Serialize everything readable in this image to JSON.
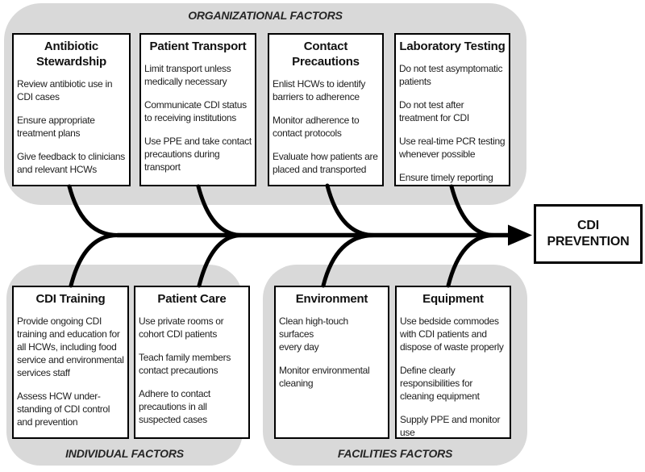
{
  "sections": {
    "organizational": {
      "label": "ORGANIZATIONAL FACTORS",
      "boxes": [
        {
          "title": "Antibiotic\nStewardship",
          "items": [
            "Review antibiotic use in\nCDI cases",
            "Ensure appropriate\ntreatment plans",
            "Give feedback to clinicians\nand relevant HCWs"
          ]
        },
        {
          "title": "Patient Transport",
          "items": [
            "Limit transport unless\nmedically necessary",
            "Communicate CDI status\nto receiving institutions",
            "Use PPE and take contact\nprecautions during\ntransport"
          ]
        },
        {
          "title": "Contact\nPrecautions",
          "items": [
            "Enlist HCWs to identify\nbarriers to adherence",
            "Monitor adherence to\ncontact protocols",
            "Evaluate how patients are\nplaced and transported"
          ]
        },
        {
          "title": "Laboratory Testing",
          "items": [
            "Do not test asymptomatic\npatients",
            "Do not test after\ntreatment for CDI",
            "Use real-time PCR testing\nwhenever possible",
            "Ensure timely reporting"
          ]
        }
      ]
    },
    "individual": {
      "label": "INDIVIDUAL FACTORS",
      "boxes": [
        {
          "title": "CDI Training",
          "items": [
            "Provide ongoing CDI\ntraining and education for\nall HCWs, including food\nservice and environmental\nservices staff",
            "Assess HCW under-\nstanding of CDI control\nand prevention"
          ]
        },
        {
          "title": "Patient Care",
          "items": [
            "Use private rooms or\ncohort CDI patients",
            "Teach family members\ncontact precautions",
            "Adhere to contact\nprecautions in all\nsuspected cases"
          ]
        }
      ]
    },
    "facilities": {
      "label": "FACILITIES FACTORS",
      "boxes": [
        {
          "title": "Environment",
          "items": [
            "Clean high-touch surfaces\nevery day",
            "Monitor environmental\ncleaning"
          ]
        },
        {
          "title": "Equipment",
          "items": [
            "Use bedside commodes\nwith CDI patients and\ndispose of waste properly",
            "Define clearly\nresponsibilities for\ncleaning equipment",
            "Supply PPE and monitor\nuse"
          ]
        }
      ]
    }
  },
  "outcome": {
    "label": "CDI\nPREVENTION"
  },
  "colors": {
    "panel_fill": "#d9d9d9",
    "box_background": "#ffffff",
    "box_border": "#000000",
    "arrow_line": "#000000"
  }
}
